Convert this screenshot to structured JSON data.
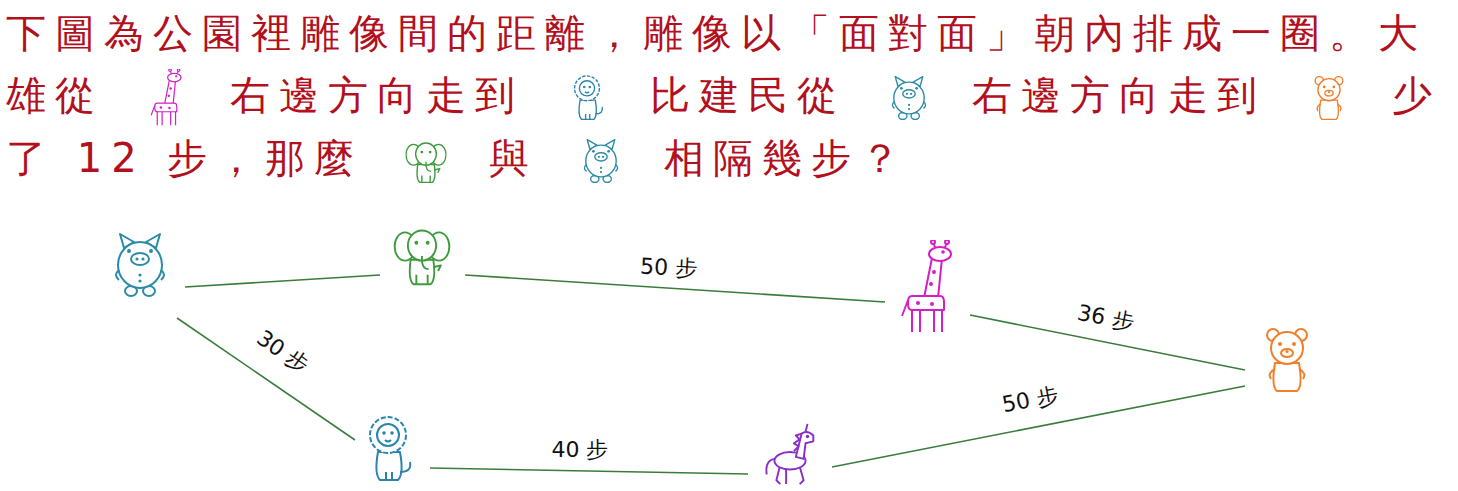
{
  "diagram": {
    "labels": [
      "下圖為公園裡雕像間的距離，雕像以「面對面」朝內排成一圈。大雄從",
      "右邊方向走到",
      "比建民從",
      "右邊方向走到",
      "少了 12 步，那麼",
      "與",
      "相隔幾步？",
      "50 步",
      "36 步",
      "50 步",
      "40 步",
      "30 步"
    ]
  }
}
